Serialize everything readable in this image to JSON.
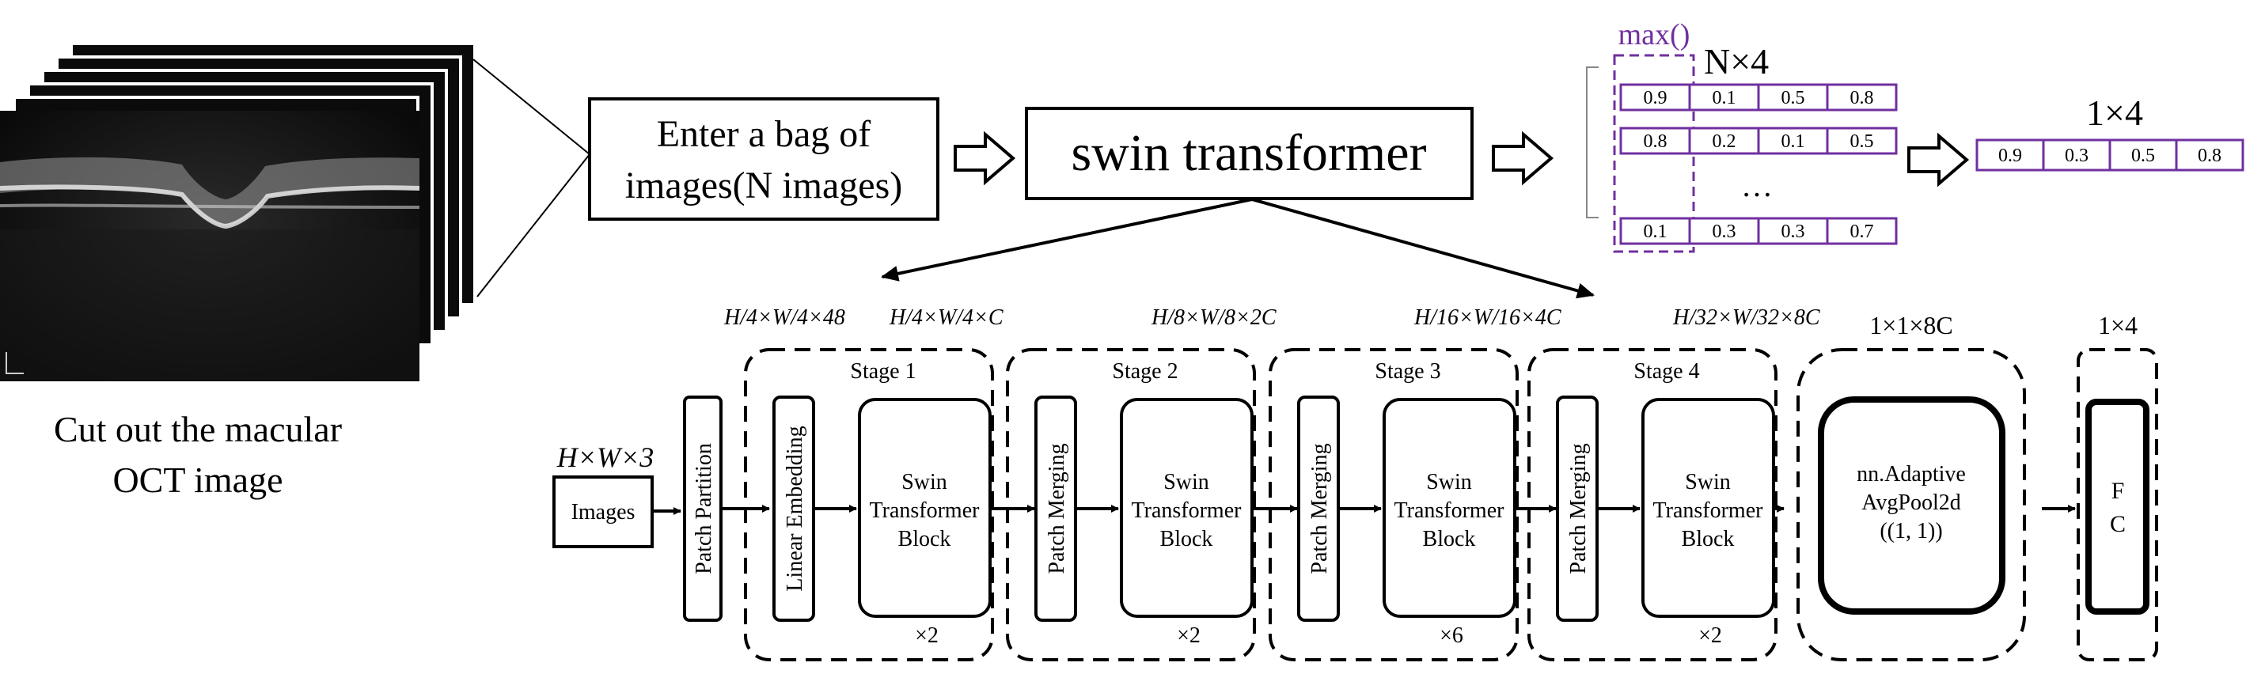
{
  "caption": {
    "line1": "Cut out the macular",
    "line2": "OCT image"
  },
  "bag_box": {
    "line1": "Enter a bag of",
    "line2": "images(N images)"
  },
  "swin_box": "swin transformer",
  "matrix": {
    "max_label": "max()",
    "dims_label": "N×4",
    "ellipsis": "…",
    "rows": [
      [
        "0.9",
        "0.1",
        "0.5",
        "0.8"
      ],
      [
        "0.8",
        "0.2",
        "0.1",
        "0.5"
      ],
      [
        "0.1",
        "0.3",
        "0.3",
        "0.7"
      ]
    ]
  },
  "result": {
    "dims_label": "1×4",
    "values": [
      "0.9",
      "0.3",
      "0.5",
      "0.8"
    ]
  },
  "pipeline": {
    "input_dims": "H×W×3",
    "images_label": "Images",
    "patch_partition": "Patch Partition",
    "dims_after_partition": "H/4×W/4×48",
    "stages": [
      {
        "title": "Stage 1",
        "first_block": "Linear Embedding",
        "swin": [
          "Swin",
          "Transformer",
          "Block"
        ],
        "repeat": "×2",
        "out_dims": "H/4×W/4×C"
      },
      {
        "title": "Stage 2",
        "first_block": "Patch Merging",
        "swin": [
          "Swin",
          "Transformer",
          "Block"
        ],
        "repeat": "×2",
        "out_dims": "H/8×W/8×2C"
      },
      {
        "title": "Stage 3",
        "first_block": "Patch Merging",
        "swin": [
          "Swin",
          "Transformer",
          "Block"
        ],
        "repeat": "×6",
        "out_dims": "H/16×W/16×4C"
      },
      {
        "title": "Stage 4",
        "first_block": "Patch Merging",
        "swin": [
          "Swin",
          "Transformer",
          "Block"
        ],
        "repeat": "×2",
        "out_dims": "H/32×W/32×8C"
      }
    ],
    "pool": {
      "lines": [
        "nn.Adaptive",
        "AvgPool2d",
        "((1, 1))"
      ],
      "dims": "1×1×8C"
    },
    "fc": {
      "lines": [
        "F",
        "C"
      ],
      "dims": "1×4"
    }
  },
  "colors": {
    "purple": "#7030a0",
    "ink": "#000000"
  }
}
